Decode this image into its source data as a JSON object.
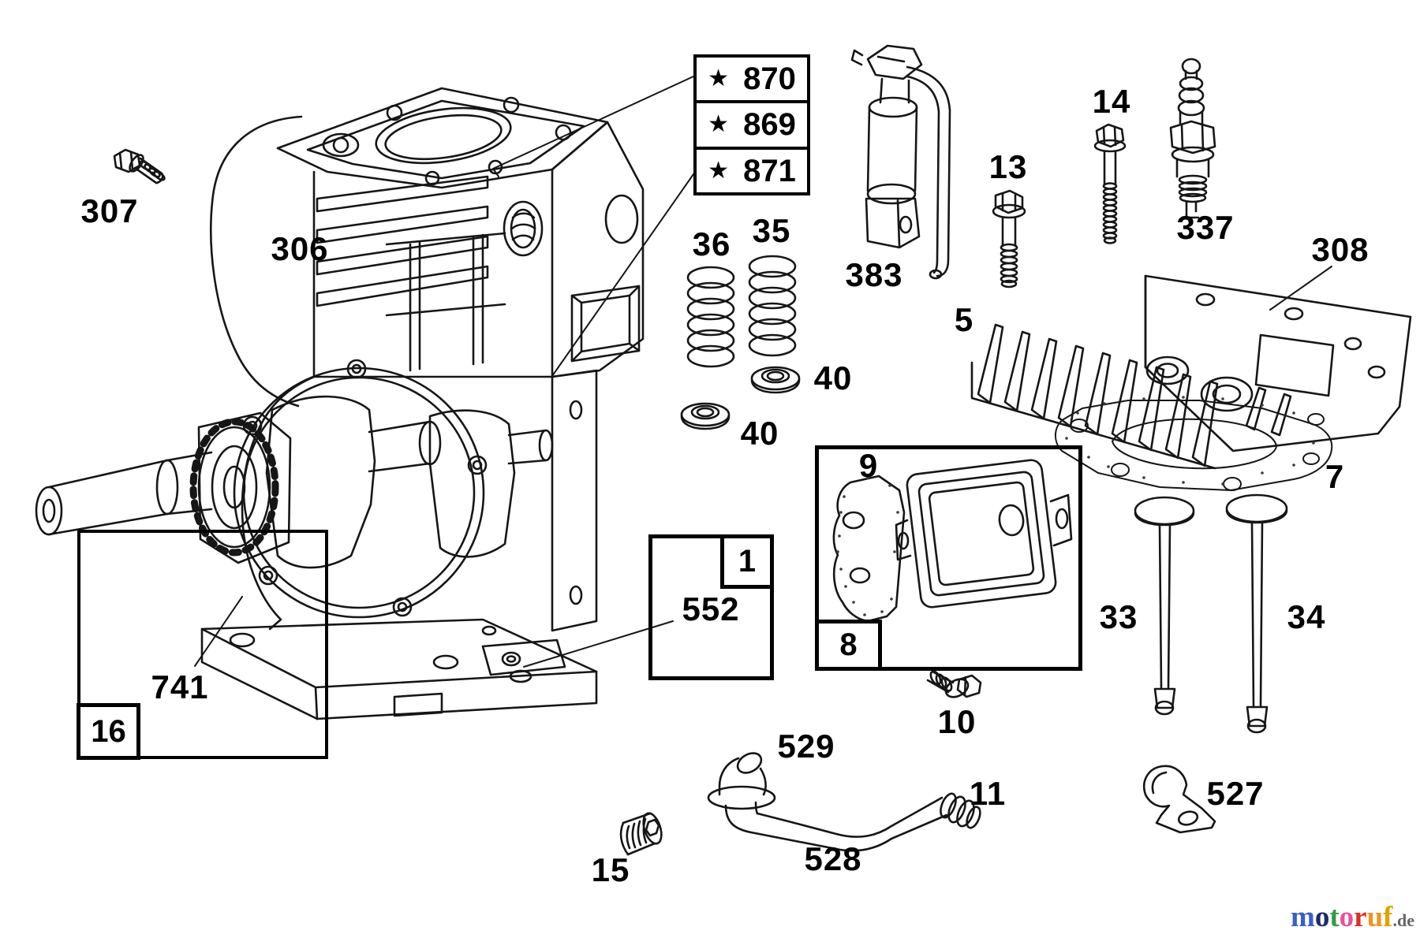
{
  "labels": {
    "n307": "307",
    "n306": "306",
    "n36": "36",
    "n35": "35",
    "n40a": "40",
    "n40b": "40",
    "n383": "383",
    "n13": "13",
    "n14": "14",
    "n337": "337",
    "n308": "308",
    "n5": "5",
    "n7": "7",
    "n9": "9",
    "n33": "33",
    "n34": "34",
    "n10": "10",
    "n529": "529",
    "n528": "528",
    "n11": "11",
    "n527": "527",
    "n15": "15",
    "n741": "741",
    "n552": "552",
    "n1": "1",
    "n8": "8",
    "n16": "16",
    "star_rows": [
      {
        "star": "★",
        "num": "870"
      },
      {
        "star": "★",
        "num": "869"
      },
      {
        "star": "★",
        "num": "871"
      }
    ]
  },
  "watermark": {
    "word": [
      {
        "ch": "m",
        "color": "#3b5ec9"
      },
      {
        "ch": "o",
        "color": "#1b2a6b"
      },
      {
        "ch": "t",
        "color": "#2f9e44"
      },
      {
        "ch": "o",
        "color": "#e8519e"
      },
      {
        "ch": "r",
        "color": "#d93025"
      },
      {
        "ch": "u",
        "color": "#f0941f"
      },
      {
        "ch": "f",
        "color": "#dfa300"
      }
    ],
    "suffix": ".de"
  },
  "line_color": "#161616"
}
